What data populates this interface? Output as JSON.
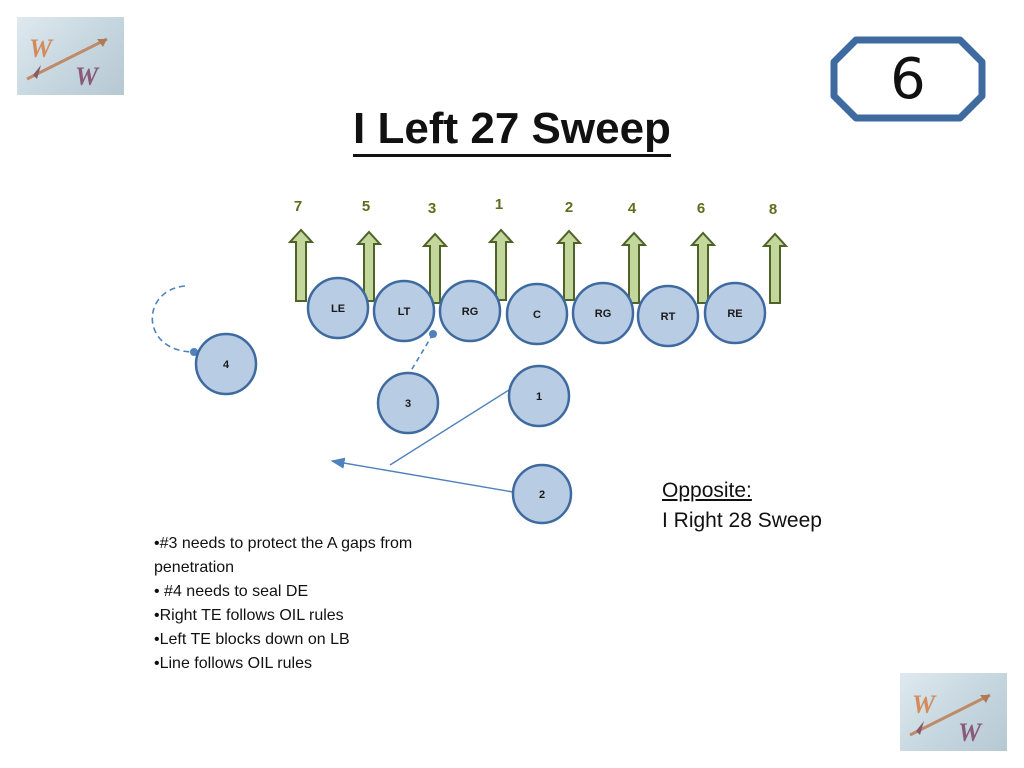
{
  "slide": {
    "number": "6",
    "title": "I Left 27 Sweep"
  },
  "colors": {
    "player_fill": "#b8cce4",
    "player_stroke": "#3e6aa0",
    "arrow_fill": "#c3d69b",
    "arrow_stroke": "#4f6228",
    "hole_label": "#5b6f1d",
    "badge_stroke": "#3e6aa0",
    "path_line": "#4f81bd"
  },
  "holes": [
    "7",
    "5",
    "3",
    "1",
    "2",
    "4",
    "6",
    "8"
  ],
  "line": [
    "LE",
    "LT",
    "RG",
    "C",
    "RG",
    "RT",
    "RE"
  ],
  "backs": [
    "4",
    "3",
    "1",
    "2"
  ],
  "opposite": {
    "heading": "Opposite:",
    "play": "I Right 28 Sweep"
  },
  "notes": [
    "•#3 needs to protect the A gaps from penetration",
    "• #4 needs to seal DE",
    "•Right TE follows OIL rules",
    "•Left TE blocks down on LB",
    "•Line follows OIL rules"
  ],
  "logo": {
    "icon": "arrow-ww-logo-icon"
  }
}
